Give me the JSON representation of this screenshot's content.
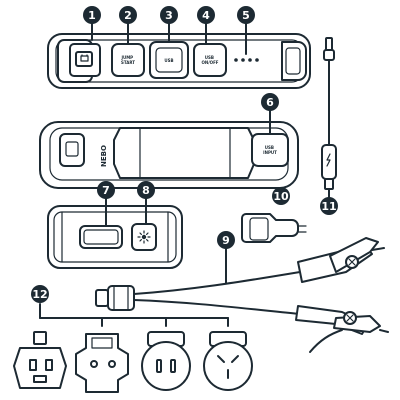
{
  "colors": {
    "ink": "#1d2a33",
    "background": "#ffffff"
  },
  "badges": [
    "1",
    "2",
    "3",
    "4",
    "5",
    "6",
    "7",
    "8",
    "9",
    "10",
    "11",
    "12"
  ],
  "device_top": {
    "jump_start_label": "JUMP\nSTART",
    "usb_label": "USB",
    "usb_onoff_label": "USB\nON/OFF",
    "battery_icon": "battery-icon",
    "led_dots": 4
  },
  "device_back": {
    "brand": "NEBO",
    "usb_input_label": "USB\nINPUT"
  },
  "device_front": {
    "flashlight_icon": "light-icon"
  },
  "cable": {
    "lightning_icon": "lightning-icon"
  }
}
